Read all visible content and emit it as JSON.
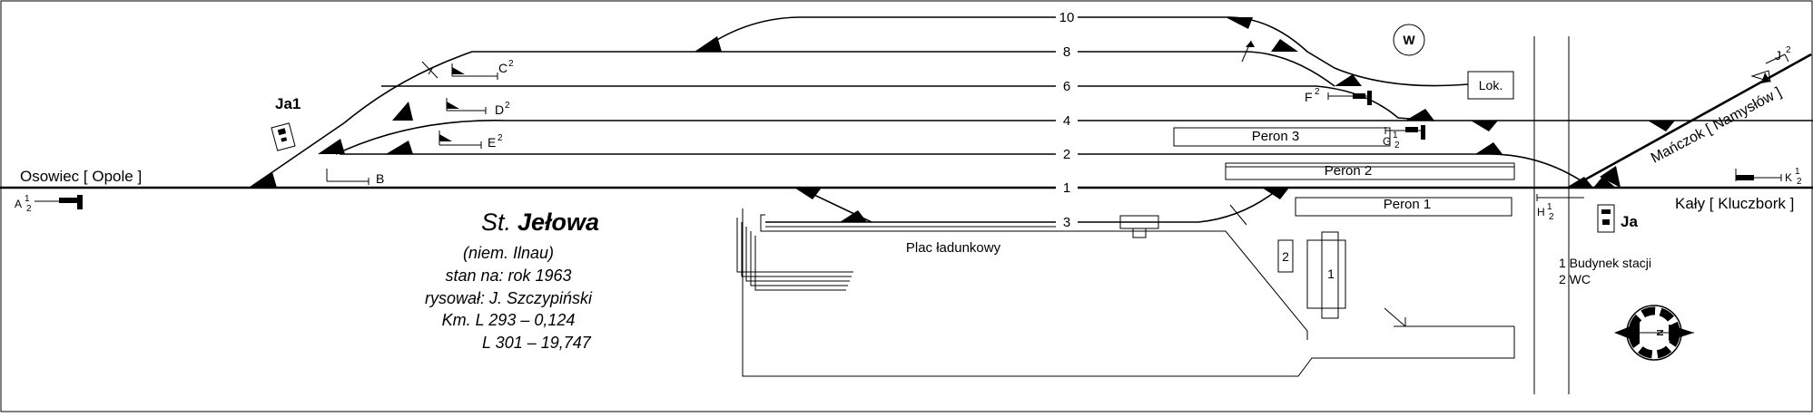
{
  "station": {
    "title_prefix": "St.",
    "title_name": "Jełowa",
    "german_name": "(niem. Ilnau)",
    "state_as_of": "stan na: rok 1963",
    "drawn_by": "rysował: J. Szczypiński",
    "km_line1": "Km. L 293 – 0,124",
    "km_line2": "L 301 – 19,747"
  },
  "directions": {
    "west": "Osowiec [ Opole ]",
    "east": "Kały [ Kluczbork ]",
    "northeast": "Mańczok [ Namysłów ]"
  },
  "tracks": [
    {
      "label": "10"
    },
    {
      "label": "8"
    },
    {
      "label": "6"
    },
    {
      "label": "4"
    },
    {
      "label": "2"
    },
    {
      "label": "1"
    },
    {
      "label": "3"
    }
  ],
  "platforms": {
    "p1": "Peron 1",
    "p2": "Peron 2",
    "p3": "Peron 3"
  },
  "yard_label": "Plac ładunkowy",
  "loco_shed": "Lok.",
  "water_symbol": "W",
  "buildings": {
    "b1": "1",
    "b2": "2"
  },
  "legend": [
    "1 Budynek stacji",
    "2 WC"
  ],
  "signal_boxes": {
    "ja1": "Ja1",
    "ja": "Ja"
  },
  "signals": {
    "a": {
      "letter": "A",
      "num": "1",
      "den": "2"
    },
    "b": {
      "letter": "B"
    },
    "c": {
      "letter": "C",
      "sup": "2"
    },
    "d": {
      "letter": "D",
      "sup": "2"
    },
    "e": {
      "letter": "E",
      "sup": "2"
    },
    "f": {
      "letter": "F",
      "sup": "2"
    },
    "g": {
      "letter": "G",
      "num": "1",
      "den": "2"
    },
    "h": {
      "letter": "H",
      "num": "1",
      "den": "2"
    },
    "j": {
      "letter": "J",
      "sup": "2"
    },
    "k": {
      "letter": "K",
      "num": "1",
      "den": "2"
    }
  },
  "compass_letter": "N"
}
